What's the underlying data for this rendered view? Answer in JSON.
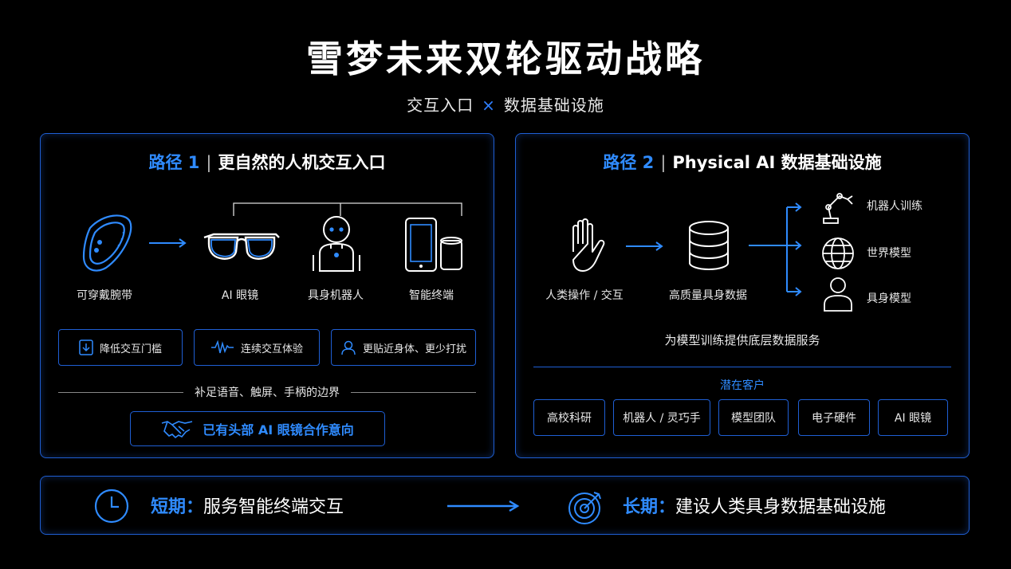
{
  "title": "雪梦未来双轮驱动战略",
  "subtitle": {
    "left": "交互入口",
    "x": "×",
    "right": "数据基础设施"
  },
  "path1": {
    "num": "路径 1",
    "sep": "|",
    "title": "更自然的人机交互入口",
    "items": [
      "可穿戴腕带",
      "AI 眼镜",
      "具身机器人",
      "智能终端"
    ],
    "features": [
      "降低交互门槛",
      "连续交互体验",
      "更贴近身体、更少打扰"
    ],
    "boundary": "补足语音、触屏、手柄的边界",
    "partner": "已有头部 AI 眼镜合作意向"
  },
  "path2": {
    "num": "路径 2",
    "sep": "|",
    "title": "Physical AI 数据基础设施",
    "source": "人类操作 / 交互",
    "data": "高质量具身数据",
    "outputs": [
      "机器人训练",
      "世界模型",
      "具身模型"
    ],
    "service": "为模型训练提供底层数据服务",
    "potential_label": "潜在客户",
    "customers": [
      "高校科研",
      "机器人 / 灵巧手",
      "模型团队",
      "电子硬件",
      "AI 眼镜"
    ]
  },
  "bottom": {
    "short_key": "短期：",
    "short_val": "服务智能终端交互",
    "long_key": "长期：",
    "long_val": "建设人类具身数据基础设施"
  },
  "colors": {
    "accent": "#2f8bff",
    "border": "#1f5fd4",
    "background": "#000000"
  },
  "icons": [
    "wristband-icon",
    "glasses-icon",
    "robot-icon",
    "phone-icon",
    "speaker-icon",
    "hand-icon",
    "database-icon",
    "robot-arm-icon",
    "globe-icon",
    "person-icon",
    "clock-icon",
    "target-icon",
    "handshake-icon",
    "waveform-icon",
    "download-icon",
    "user-icon"
  ]
}
